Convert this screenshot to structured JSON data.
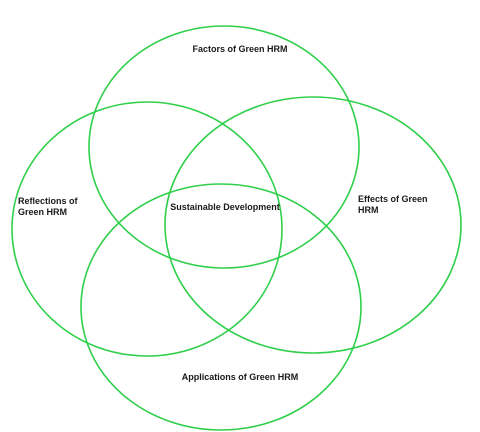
{
  "diagram": {
    "stroke_color": "#2fcf4a",
    "circles": [
      {
        "name": "top",
        "label": "Factors of Green HRM"
      },
      {
        "name": "left",
        "label": "Reflections of Green HRM"
      },
      {
        "name": "right",
        "label": "Effects of Green HRM"
      },
      {
        "name": "bottom",
        "label": "Applications of Green HRM"
      }
    ],
    "center_label": "Sustainable Development"
  }
}
